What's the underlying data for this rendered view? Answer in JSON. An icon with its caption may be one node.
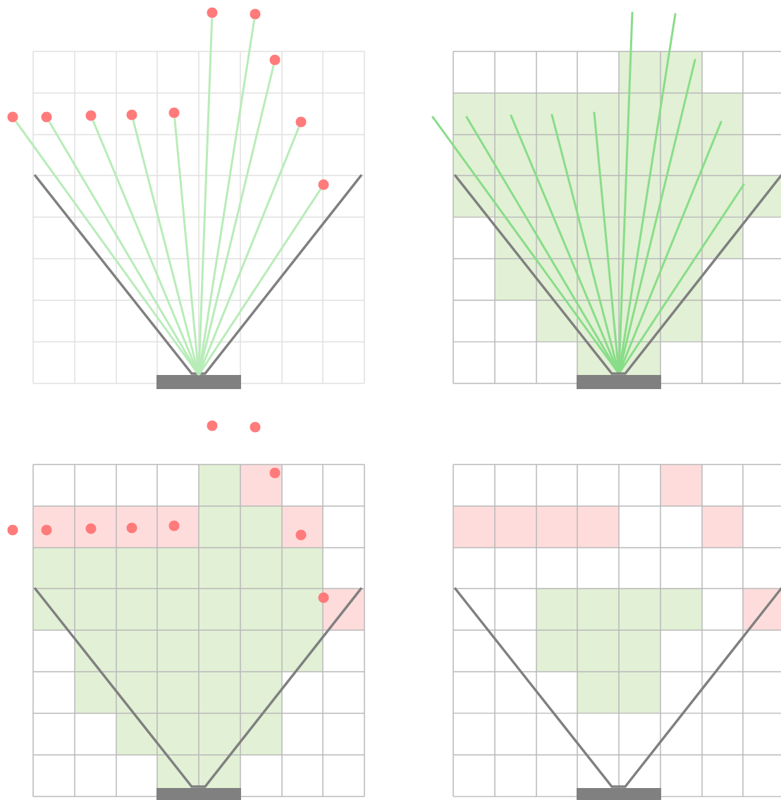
{
  "diagram": {
    "nodes": [
      {
        "text": [],
        "shape": "bar"
      },
      {
        "text": [],
        "shape": "circle"
      },
      {
        "text": [],
        "shape": "circle"
      },
      {
        "text": [],
        "shape": "circle"
      },
      {
        "text": [],
        "shape": "circle"
      },
      {
        "text": [],
        "shape": "circle"
      },
      {
        "text": [],
        "shape": "circle"
      },
      {
        "text": [],
        "shape": "circle"
      },
      {
        "text": [],
        "shape": "circle"
      },
      {
        "text": [],
        "shape": "circle"
      },
      {
        "text": [],
        "shape": "circle"
      }
    ],
    "edges": [
      {
        "from": 0,
        "to": 1,
        "arrow": "none"
      },
      {
        "from": 0,
        "to": 2,
        "arrow": "none"
      },
      {
        "from": 0,
        "to": 3,
        "arrow": "none"
      },
      {
        "from": 0,
        "to": 4,
        "arrow": "none"
      },
      {
        "from": 0,
        "to": 5,
        "arrow": "none"
      },
      {
        "from": 0,
        "to": 6,
        "arrow": "none"
      },
      {
        "from": 0,
        "to": 7,
        "arrow": "none"
      },
      {
        "from": 0,
        "to": 8,
        "arrow": "none"
      },
      {
        "from": 0,
        "to": 9,
        "arrow": "none"
      },
      {
        "from": 0,
        "to": 10,
        "arrow": "none"
      }
    ]
  }
}
